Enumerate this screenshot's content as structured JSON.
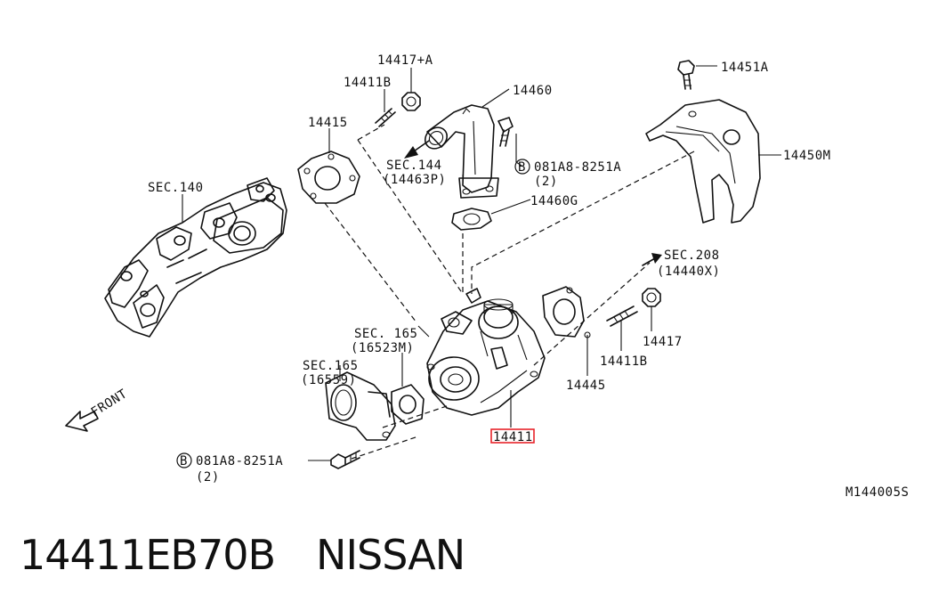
{
  "callouts": {
    "c14417a": "14417+A",
    "c14411b_top": "14411B",
    "c14460": "14460",
    "c14451a": "14451A",
    "c14415": "14415",
    "sec140": "SEC.140",
    "sec144": "SEC.144",
    "sec144_sub": "(14463P)",
    "bolt_top": "081A8-8251A",
    "bolt_top_qty": "(2)",
    "c14450m": "14450M",
    "c14460g": "14460G",
    "sec208": "SEC.208",
    "sec208_sub": "(14440X)",
    "sec165_a": "SEC. 165",
    "sec165_a_sub": "(16523M)",
    "sec165_b": "SEC.165",
    "sec165_b_sub": "(16559)",
    "c14417": "14417",
    "c14411b_right": "14411B",
    "c14445": "14445",
    "c14411": "14411",
    "front": "FRONT",
    "bolt_bottom": "081A8-8251A",
    "bolt_bottom_qty": "(2)",
    "bolt_marker": "B",
    "figure_code": "M144005S"
  },
  "highlight_color": "#e8232a",
  "footer": {
    "part_number": "14411EB70B",
    "brand": "NISSAN"
  }
}
